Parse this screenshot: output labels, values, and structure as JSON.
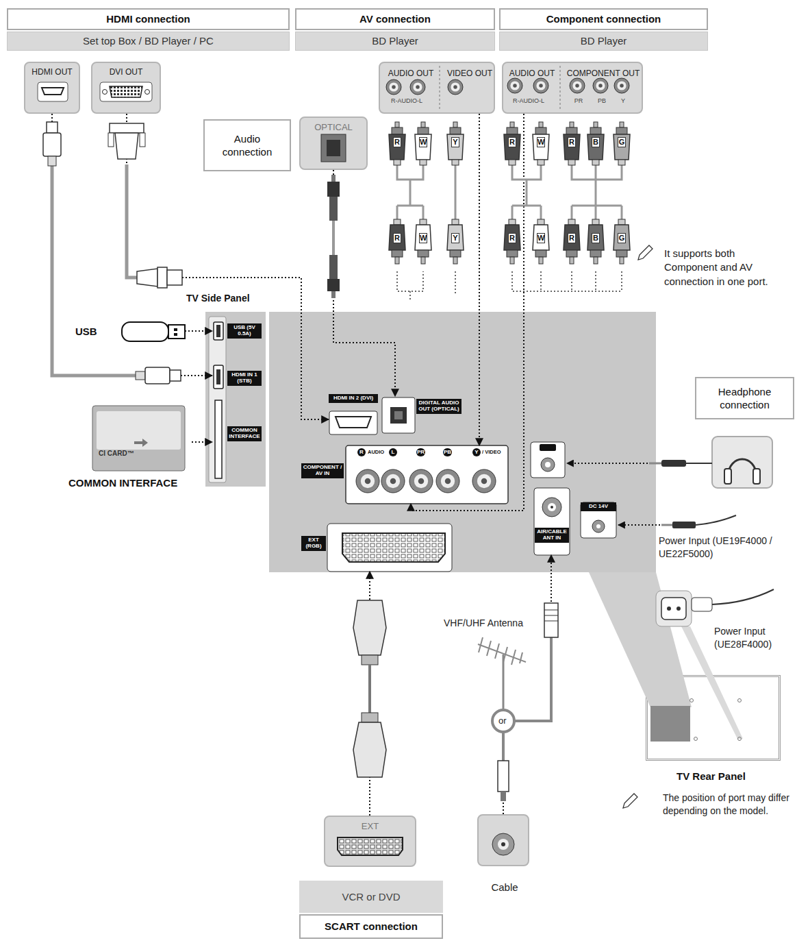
{
  "diagram": {
    "nodes": [
      {
        "text": [
          "HDMI connection",
          "Set top Box / BD Player / PC"
        ]
      },
      {
        "text": [
          "AV connection",
          "BD Player"
        ]
      },
      {
        "text": [
          "Component connection",
          "BD Player"
        ]
      },
      {
        "text": [
          "HDMI OUT"
        ]
      },
      {
        "text": [
          "DVI OUT"
        ]
      },
      {
        "text": [
          "Audio connection"
        ]
      },
      {
        "text": [
          "OPTICAL"
        ]
      },
      {
        "text": [
          "AUDIO OUT",
          "VIDEO OUT",
          "R-AUDIO-L"
        ]
      },
      {
        "text": [
          "AUDIO OUT",
          "COMPONENT OUT",
          "R-AUDIO-L",
          "PR",
          "PB",
          "Y"
        ]
      },
      {
        "text": [
          "TV Side Panel"
        ]
      },
      {
        "text": [
          "USB (5V 0.5A)"
        ],
        "in": 9
      },
      {
        "text": [
          "HDMI IN 1 (STB)"
        ],
        "in": 9
      },
      {
        "text": [
          "COMMON INTERFACE"
        ],
        "in": 9
      },
      {
        "text": [
          "HDMI IN 2 (DVI)"
        ]
      },
      {
        "text": [
          "DIGITAL AUDIO OUT (OPTICAL)"
        ]
      },
      {
        "text": [
          "COMPONENT / AV IN",
          "R",
          "AUDIO",
          "L",
          "PR",
          "PB",
          "Y",
          "/ VIDEO"
        ]
      },
      {
        "text": [
          "AIR/CABLE ANT IN"
        ]
      },
      {
        "text": [
          "DC 14V"
        ]
      },
      {
        "text": [
          "EXT (RGB)"
        ]
      },
      {
        "text": [
          "Headphone connection"
        ]
      },
      {
        "text": [
          "USB"
        ]
      },
      {
        "text": [
          "CI CARD™",
          "COMMON INTERFACE"
        ]
      },
      {
        "text": [
          "EXT"
        ]
      },
      {
        "text": [
          "VCR or DVD"
        ]
      },
      {
        "text": [
          "SCART connection"
        ]
      },
      {
        "text": [
          "Cable"
        ]
      },
      {
        "text": [
          "TV Rear Panel"
        ]
      }
    ],
    "edges": [
      {
        "from": 3,
        "to": 11,
        "arrow": "to"
      },
      {
        "from": 4,
        "to": 13,
        "arrow": "to"
      },
      {
        "from": 6,
        "to": 14,
        "arrow": "to"
      },
      {
        "from": 7,
        "to": 15,
        "arrow": "to"
      },
      {
        "from": 8,
        "to": 15,
        "arrow": "to"
      },
      {
        "from": 20,
        "to": 10,
        "arrow": "to"
      },
      {
        "from": 21,
        "to": 12,
        "arrow": "to"
      },
      {
        "from": 22,
        "to": 18,
        "arrow": "to"
      },
      {
        "from": 25,
        "to": 16,
        "arrow": "to"
      }
    ],
    "labels": [
      "It supports both Component and AV connection in one port.",
      "R",
      "W",
      "Y",
      "R",
      "W",
      "Y",
      "R",
      "W",
      "R",
      "B",
      "G",
      "R",
      "W",
      "R",
      "B",
      "G",
      "Power Input (UE19F4000 / UE22F5000)",
      "Power Input (UE28F4000)",
      "VHF/UHF Antenna",
      "or",
      "The position of port may differ depending on the model."
    ]
  }
}
